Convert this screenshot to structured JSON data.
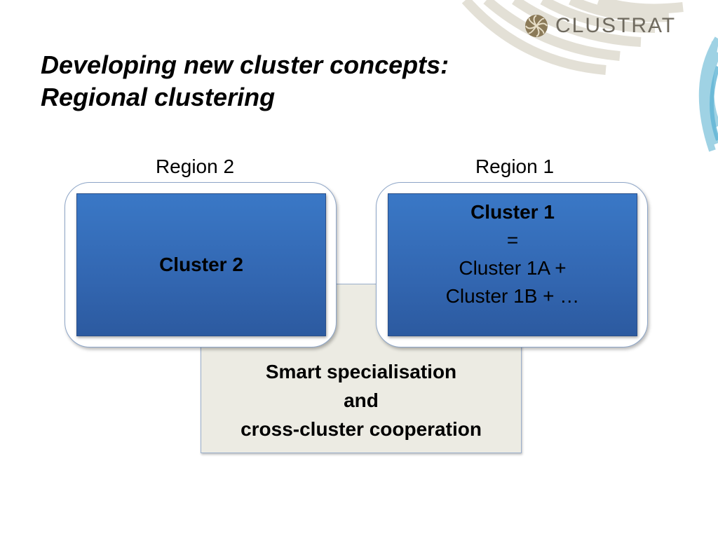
{
  "logo": {
    "text": "CLUSTRAT"
  },
  "title": {
    "line1": "Developing new cluster concepts:",
    "line2": "Regional clustering"
  },
  "regions": {
    "region2_label": "Region 2",
    "region1_label": "Region 1"
  },
  "clusters": {
    "cluster2": "Cluster 2",
    "cluster1": {
      "name": "Cluster 1",
      "equals": "=",
      "part_a": "Cluster 1A +",
      "part_b": "Cluster 1B + …"
    }
  },
  "cooperation": {
    "line1": "Smart specialisation",
    "line2": "and",
    "line3": "cross-cluster cooperation"
  },
  "colors": {
    "cluster_fill": "#3a6fbe",
    "cooperation_fill": "#ecebe3",
    "region_border": "#8ea6c8"
  }
}
